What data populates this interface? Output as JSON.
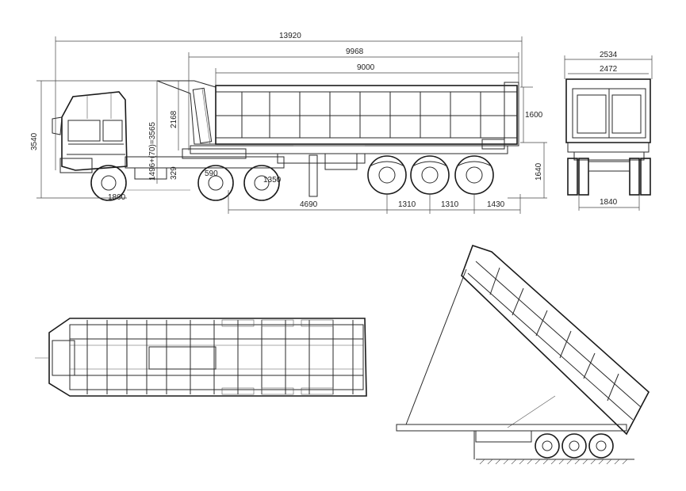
{
  "dimensions": {
    "overall_length": "13920",
    "trailer_length": "9968",
    "body_length": "9000",
    "overall_height": "3540",
    "fifth_wheel_height": "1496+(70)=3565",
    "front_height": "2168",
    "body_height": "1600",
    "deck_height": "1640",
    "kingpin_offset": "1800",
    "fifth_wheel_dim": "329",
    "tractor_axle_dim_1": "590",
    "tractor_axle_dim_2": "1350",
    "kingpin_to_axle": "4690",
    "axle_spacing_1": "1310",
    "axle_spacing_2": "1310",
    "rear_overhang": "1430",
    "overall_width": "2534",
    "body_width": "2472",
    "track_width": "1840"
  }
}
